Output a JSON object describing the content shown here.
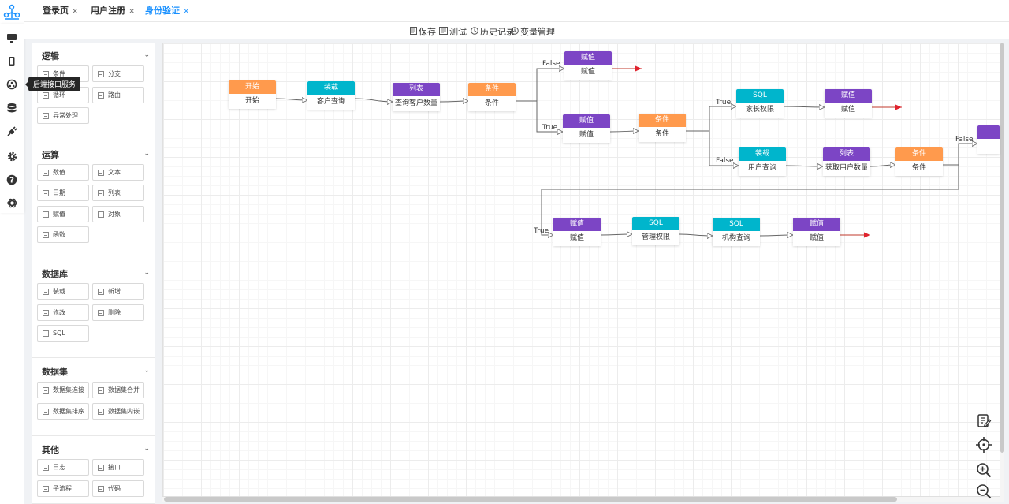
{
  "tabs": [
    {
      "label": "登录页",
      "close": "×"
    },
    {
      "label": "用户注册",
      "close": "×"
    },
    {
      "label": "身份验证",
      "close": "×"
    }
  ],
  "rail": {
    "tooltip": "后端接口服务",
    "icons": [
      "monitor-icon",
      "mobile-icon",
      "api-service-icon",
      "database-icon",
      "plug-icon",
      "gear-icon",
      "help-icon",
      "openai-icon"
    ]
  },
  "toolbar": {
    "save": "保存",
    "test": "测试",
    "history": "历史记录",
    "variables": "变量管理"
  },
  "palette": {
    "logic": {
      "title": "逻辑",
      "items": [
        "条件",
        "分支",
        "循环",
        "路由",
        "异常处理"
      ]
    },
    "ops": {
      "title": "运算",
      "items": [
        "数值",
        "文本",
        "日期",
        "列表",
        "赋值",
        "对象",
        "函数"
      ]
    },
    "db": {
      "title": "数据库",
      "items": [
        "装载",
        "新增",
        "修改",
        "删除",
        "SQL"
      ]
    },
    "dataset": {
      "title": "数据集",
      "items": [
        "数据集连接",
        "数据集合并",
        "数据集排序",
        "数据集内嵌"
      ]
    },
    "other": {
      "title": "其他",
      "items": [
        "日志",
        "接口",
        "子流程",
        "代码"
      ]
    }
  },
  "flow": {
    "nodes": [
      {
        "header": "开始",
        "body": "开始",
        "color": "#ff9a4d"
      },
      {
        "header": "装载",
        "body": "客户查询",
        "color": "#00b5cc"
      },
      {
        "header": "列表",
        "body": "查询客户数量",
        "color": "#7c45c5"
      },
      {
        "header": "条件",
        "body": "条件",
        "color": "#ff9a4d"
      },
      {
        "header": "赋值",
        "body": "赋值",
        "color": "#7c45c5"
      },
      {
        "header": "赋值",
        "body": "赋值",
        "color": "#7c45c5"
      },
      {
        "header": "条件",
        "body": "条件",
        "color": "#ff9a4d"
      },
      {
        "header": "SQL",
        "body": "家长权限",
        "color": "#00b5cc"
      },
      {
        "header": "赋值",
        "body": "赋值",
        "color": "#7c45c5"
      },
      {
        "header": "装载",
        "body": "用户查询",
        "color": "#00b5cc"
      },
      {
        "header": "列表",
        "body": "获取用户数量",
        "color": "#7c45c5"
      },
      {
        "header": "条件",
        "body": "条件",
        "color": "#ff9a4d"
      },
      {
        "header": "赋值",
        "body": "赋值",
        "color": "#7c45c5"
      },
      {
        "header": "SQL",
        "body": "管理权限",
        "color": "#00b5cc"
      },
      {
        "header": "SQL",
        "body": "机构查询",
        "color": "#00b5cc"
      },
      {
        "header": "赋值",
        "body": "赋值",
        "color": "#7c45c5"
      },
      {
        "header": "",
        "body": "",
        "color": "#7c45c5"
      }
    ],
    "edge_labels": {
      "false1": "False",
      "true1": "True",
      "true2": "True",
      "false2": "False",
      "false3": "False",
      "true3": "True"
    }
  },
  "colors": {
    "accent": "#1890ff",
    "orange": "#ff9a4d",
    "cyan": "#00b5cc",
    "purple": "#7c45c5",
    "arrow_end": "#e0232e"
  }
}
